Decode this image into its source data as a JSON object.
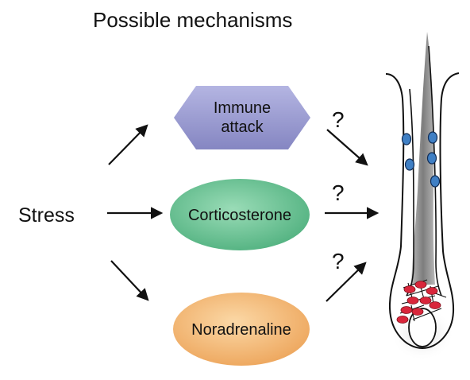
{
  "title": "Possible mechanisms",
  "source_label": "Stress",
  "mechanisms": [
    {
      "label_lines": [
        "Immune",
        "attack"
      ],
      "shape": "hexagon",
      "fill": "#9a9bd0"
    },
    {
      "label_lines": [
        "Corticosterone"
      ],
      "shape": "ellipse",
      "fill": "#6cc496"
    },
    {
      "label_lines": [
        "Noradrenaline"
      ],
      "shape": "ellipse",
      "fill": "#f2b673"
    }
  ],
  "uncertainty_marks": [
    "?",
    "?",
    "?"
  ],
  "target": {
    "description_icon": "hair-follicle-icon",
    "colors": {
      "stem_cells": "#3f7fc4",
      "melanocytes": "#d9263b",
      "hair_shaft": "#9a9a9a",
      "outline": "#111111"
    }
  },
  "colors": {
    "text": "#111111",
    "arrow": "#111111"
  }
}
